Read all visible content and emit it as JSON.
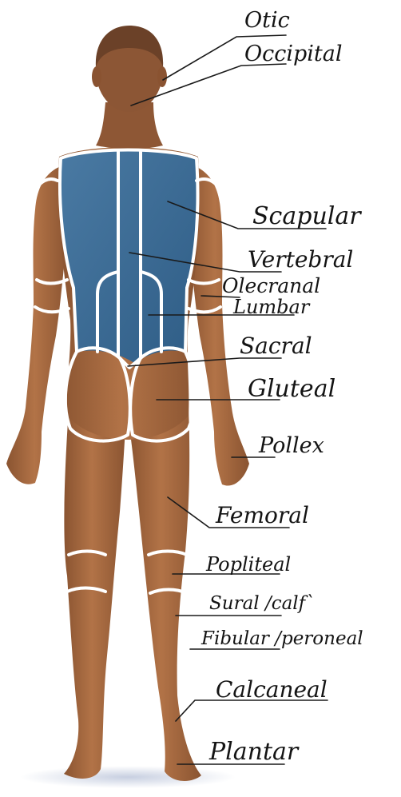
{
  "labels": {
    "otic": "Otic",
    "occipital": "Occipital",
    "scapular": "Scapular",
    "vertebral": "Vertebral",
    "olecranal": "Olecranal",
    "lumbar": "Lumbar",
    "sacral": "Sacral",
    "gluteal": "Gluteal",
    "pollex": "Pollex",
    "femoral": "Femoral",
    "popliteal": "Popliteal",
    "sural": "Sural /calf`",
    "fibular": "Fibular /peroneal",
    "calcaneal": "Calcaneal",
    "plantar": "Plantar"
  },
  "colors": {
    "skin": "#a8693f",
    "skin_dark": "#7e4a2a",
    "hair": "#6b4128",
    "back_region": "#3d6d96",
    "outline": "#ffffff",
    "ink": "#141414"
  }
}
